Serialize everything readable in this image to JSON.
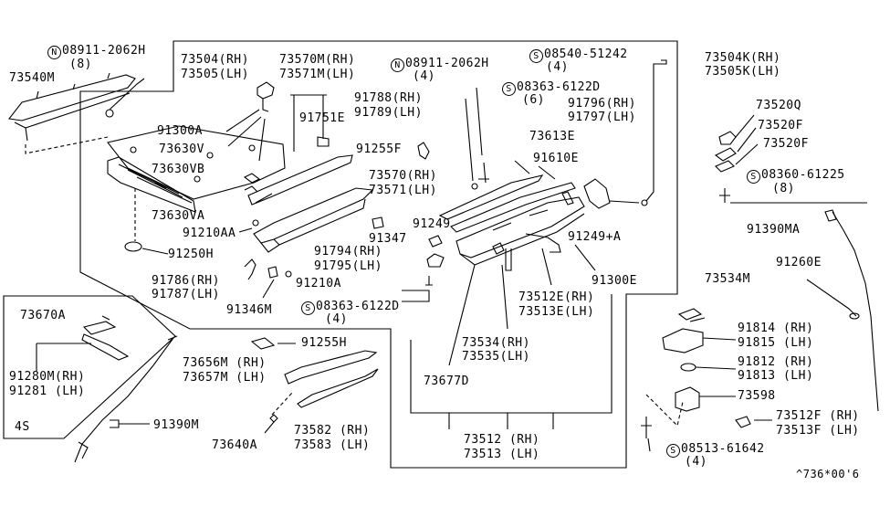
{
  "labels": {
    "n_08911_left": "08911-2062H",
    "n_08911_left_sym": "N",
    "qty_8_left": "(8)",
    "p73540m": "73540M",
    "p73504": "73504(RH)",
    "p73505": "73505(LH)",
    "p73570m": "73570M(RH)",
    "p73571m": "73571M(LH)",
    "n_08911_mid": "08911-2062H",
    "n_08911_mid_sym": "N",
    "qty_4_mid": "(4)",
    "s_08540": "08540-51242",
    "s_08540_sym": "S",
    "qty_4_right": "(4)",
    "p73504k": "73504K(RH)",
    "p73505k": "73505K(LH)",
    "s_08363_top": "08363-6122D",
    "s_08363_top_sym": "S",
    "qty_6": "(6)",
    "p91788": "91788(RH)",
    "p91789": "91789(LH)",
    "p91796": "91796(RH)",
    "p91797": "91797(LH)",
    "p73520q": "73520Q",
    "p73520f_a": "73520F",
    "p73520f_b": "73520F",
    "s_08360": "08360-61225",
    "s_08360_sym": "S",
    "qty_8_right": "(8)",
    "p91300a": "91300A",
    "p91751e": "91751E",
    "p73613e": "73613E",
    "p73630v": "73630V",
    "p91255f": "91255F",
    "p91610e": "91610E",
    "p73630vb": "73630VB",
    "p73570": "73570(RH)",
    "p73571": "73571(LH)",
    "p73630va": "73630VA",
    "p91210aa": "91210AA",
    "p91249": "91249",
    "p91249a": "91249+A",
    "p91390ma": "91390MA",
    "p91347": "91347",
    "p91250h": "91250H",
    "p91794": "91794(RH)",
    "p91795": "91795(LH)",
    "p91260e": "91260E",
    "p91786": "91786(RH)",
    "p91787": "91787(LH)",
    "p91210a": "91210A",
    "p91300e": "91300E",
    "p73534m": "73534M",
    "p91346m": "91346M",
    "s_08363_bot": "08363-6122D",
    "s_08363_bot_sym": "S",
    "qty_4_bot": "(4)",
    "p73512e": "73512E(RH)",
    "p73513e": "73513E(LH)",
    "p73670a": "73670A",
    "p91814": "91814 (RH)",
    "p91815": "91815 (LH)",
    "p91255h": "91255H",
    "p73534": "73534(RH)",
    "p73535": "73535(LH)",
    "p91812": "91812 (RH)",
    "p91813": "91813 (LH)",
    "p91280m": "91280M(RH)",
    "p91281": "91281 (LH)",
    "p73656m": "73656M (RH)",
    "p73657m": "73657M (LH)",
    "p73677d": "73677D",
    "p73598": "73598",
    "tag_4s": "4S",
    "p91390m": "91390M",
    "p73640a": "73640A",
    "p73582": "73582 (RH)",
    "p73583": "73583 (LH)",
    "p73512f": "73512F (RH)",
    "p73513f": "73513F (LH)",
    "p73512": "73512 (RH)",
    "p73513": "73513 (LH)",
    "s_08513": "08513-61642",
    "s_08513_sym": "S",
    "qty_4_08513": "(4)",
    "footer_code": "^736*00'6"
  }
}
